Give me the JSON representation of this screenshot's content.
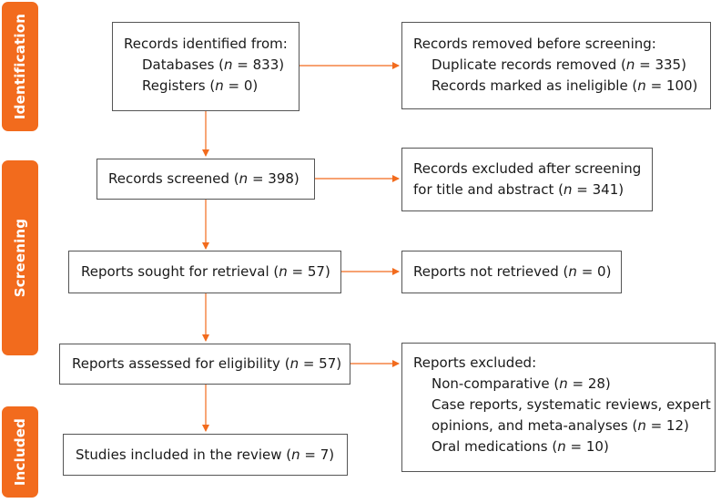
{
  "stages": [
    {
      "label": "Identification"
    },
    {
      "label": "Screening"
    },
    {
      "label": "Included"
    }
  ],
  "colors": {
    "accent": "#f26b1d",
    "box_border": "#555555",
    "text": "#1a1a1a"
  },
  "boxes": {
    "identified": {
      "title": "Records identified from:",
      "databases_label": "Databases (",
      "databases_count": " = 833)",
      "registers_label": "Registers (",
      "registers_count": " = 0)"
    },
    "removed": {
      "title": "Records removed before screening:",
      "duplicates_label": "Duplicate records removed (",
      "duplicates_count": " = 335)",
      "ineligible_label": "Records marked as ineligible (",
      "ineligible_count": " = 100)"
    },
    "screened": {
      "label": "Records screened (",
      "count": " = 398)"
    },
    "excluded_screening": {
      "line1": "Records excluded after screening",
      "line2_label": "for title and abstract (",
      "line2_count": " = 341)"
    },
    "sought": {
      "label": "Reports sought for retrieval (",
      "count": " = 57)"
    },
    "not_retrieved": {
      "label": "Reports not retrieved (",
      "count": " = 0)"
    },
    "assessed": {
      "label": "Reports assessed for eligibility (",
      "count": " = 57)"
    },
    "reports_excluded": {
      "title": "Reports excluded:",
      "noncomparative_label": "Non-comparative (",
      "noncomparative_count": " = 28)",
      "case_line1": "Case reports, systematic reviews, expert",
      "case_line2_label": "opinions, and meta-analyses (",
      "case_line2_count": " = 12)",
      "oral_label": "Oral medications (",
      "oral_count": " = 10)"
    },
    "included": {
      "label": "Studies included in the review (",
      "count": " = 7)"
    }
  },
  "n_symbol": "n"
}
